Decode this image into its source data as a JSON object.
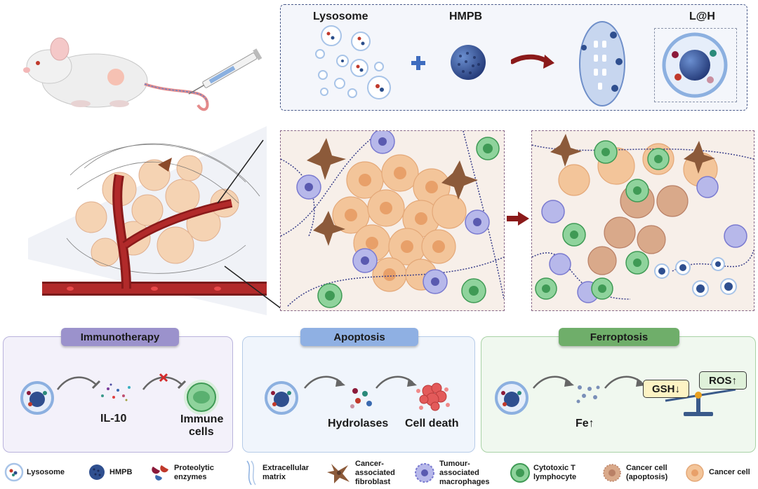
{
  "top_panel": {
    "lysosome_label": "Lysosome",
    "hmpb_label": "HMPB",
    "product_label": "L@H"
  },
  "bottom_panels": {
    "immunotherapy": {
      "title": "Immunotherapy",
      "il10_label": "IL-10",
      "immune_label_line1": "Immune",
      "immune_label_line2": "cells",
      "color": "#9b92cc"
    },
    "apoptosis": {
      "title": "Apoptosis",
      "hydrolases_label": "Hydrolases",
      "celldeath_label": "Cell death",
      "color": "#8fb0e3"
    },
    "ferroptosis": {
      "title": "Ferroptosis",
      "fe_label": "Fe↑",
      "gsh_label": "GSH↓",
      "ros_label": "ROS↑",
      "color": "#6fae6a"
    }
  },
  "legend": {
    "lysosome": "Lysosome",
    "hmpb": "HMPB",
    "proteolytic_1": "Proteolytic",
    "proteolytic_2": "enzymes",
    "ecm_1": "Extracellular",
    "ecm_2": "matrix",
    "caf_1": "Cancer-",
    "caf_2": "associated",
    "caf_3": "fibroblast",
    "tam_1": "Tumour-",
    "tam_2": "associated",
    "tam_3": "macrophages",
    "ctl_1": "Cytotoxic T",
    "ctl_2": "lymphocyte",
    "apop_1": "Cancer cell",
    "apop_2": "(apoptosis)",
    "cancer": "Cancer cell"
  }
}
